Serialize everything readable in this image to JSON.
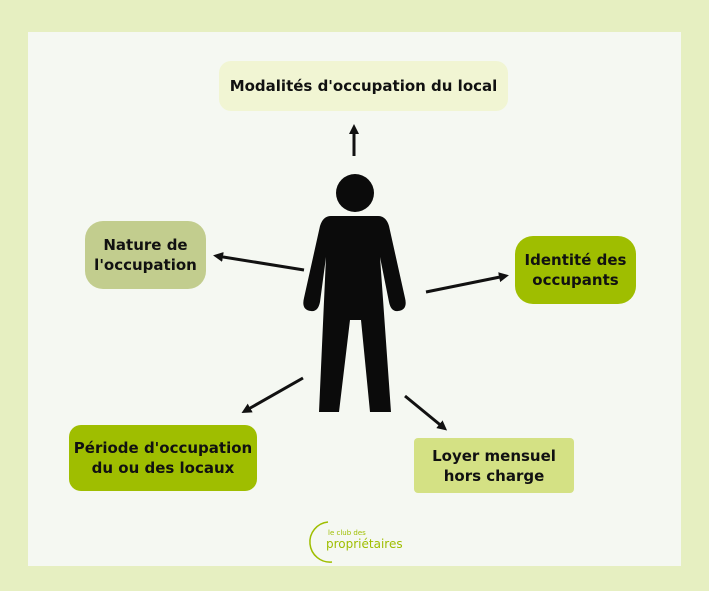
{
  "nodes": {
    "top": "Modalités d'occupation du local",
    "left_line1": "Nature de",
    "left_line2": "l'occupation",
    "right_line1": "Identité des",
    "right_line2": "occupants",
    "bottom_left_line1": "Période d'occupation",
    "bottom_left_line2": "du ou des locaux",
    "bottom_right_line1": "Loyer mensuel",
    "bottom_right_line2": "hors charge"
  },
  "logo": {
    "small": "le club des",
    "big": "propriétaires"
  },
  "colors": {
    "frame": "#e6efc1",
    "canvas": "#f5f8f2",
    "accent_green": "#9fbe00",
    "muted_green": "#c2cd8e",
    "pale_green": "#f1f5d3",
    "light_lime": "#d4e184"
  },
  "icons": [
    "person-icon",
    "arrow-icon"
  ]
}
